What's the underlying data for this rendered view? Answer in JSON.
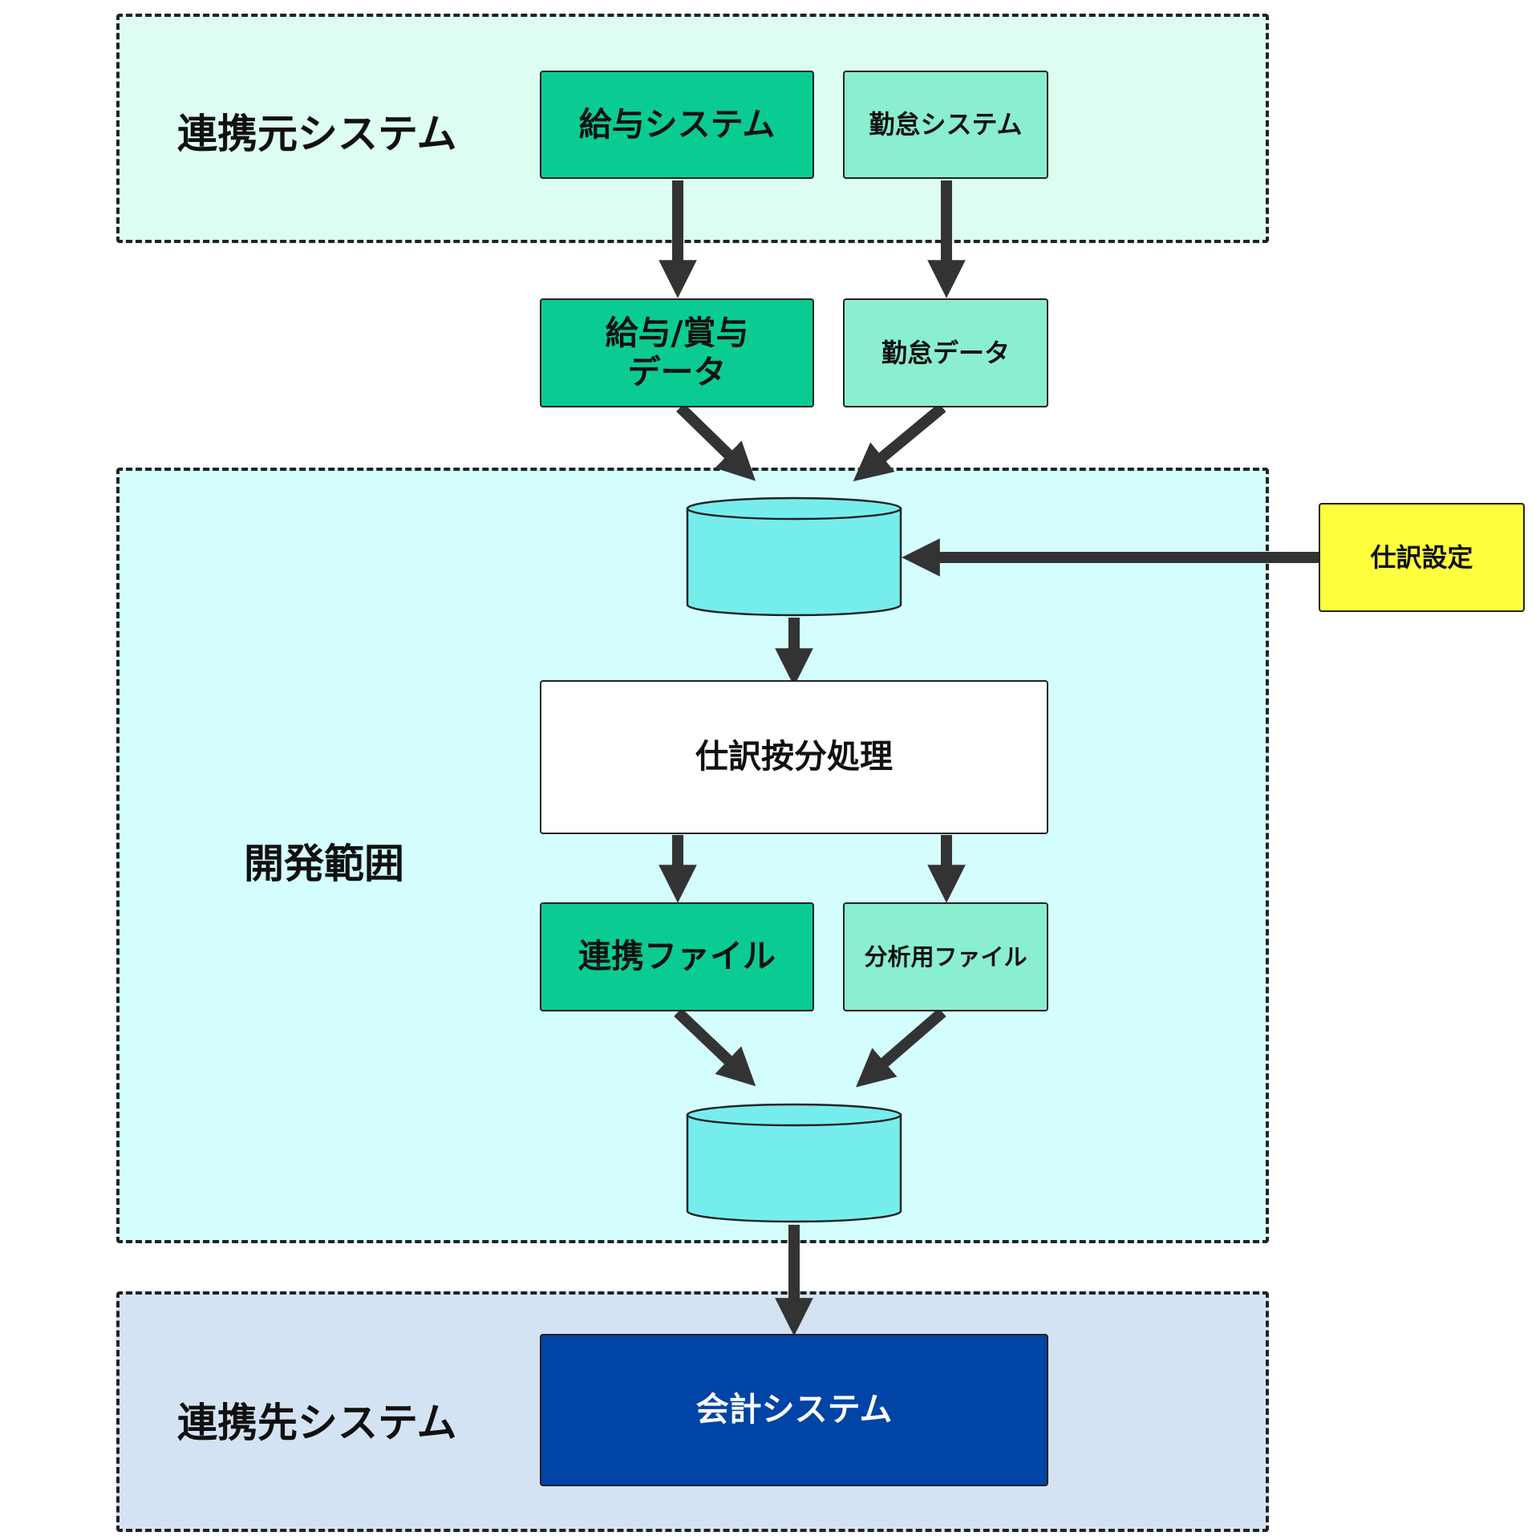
{
  "colors": {
    "source_zone_bg": "#dcfdf0",
    "dev_zone_bg": "#d4fefe",
    "dest_zone_bg": "#d4e3f3",
    "primary_green": "#0acc92",
    "light_green": "#8aeed0",
    "db_cyan": "#76eded",
    "setting_yellow": "#ffff40",
    "dest_blue": "#0044a5",
    "arrow": "#333333"
  },
  "zones": {
    "source": {
      "label": "連携元システム"
    },
    "dev": {
      "label": "開発範囲"
    },
    "dest": {
      "label": "連携先システム"
    }
  },
  "nodes": {
    "payroll_system": "給与システム",
    "attendance_system": "勤怠システム",
    "payroll_data": "給与/賞与\nデータ",
    "attendance_data": "勤怠データ",
    "journal_setting": "仕訳設定",
    "allocation_process": "仕訳按分処理",
    "link_file": "連携ファイル",
    "analysis_file": "分析用ファイル",
    "accounting_system": "会計システム"
  }
}
